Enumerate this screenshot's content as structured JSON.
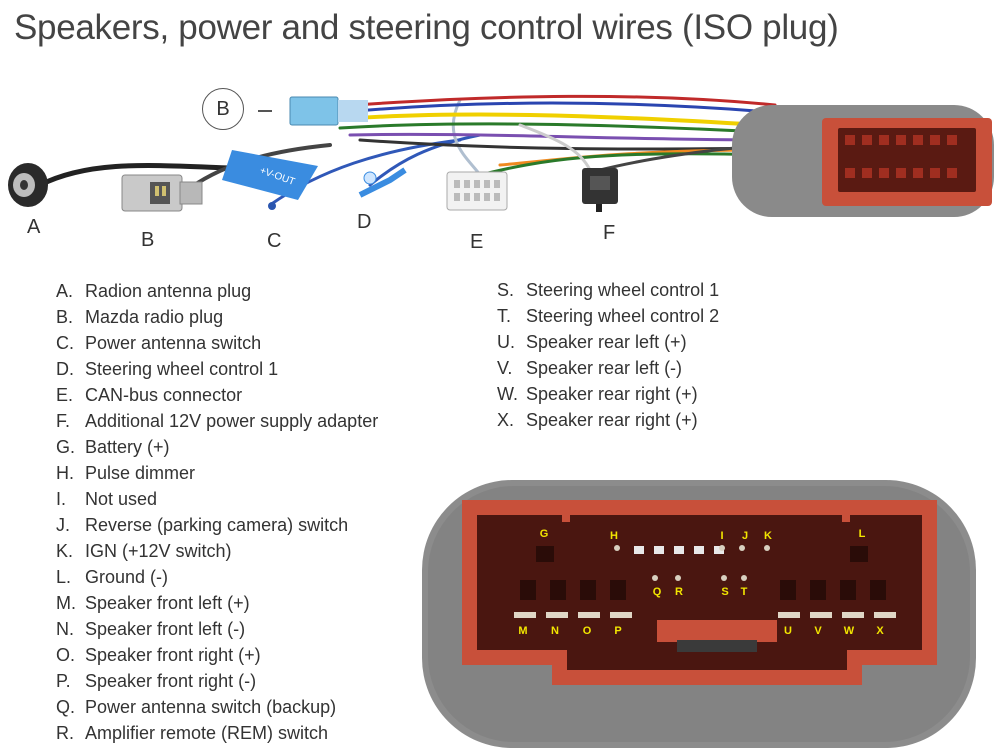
{
  "title": "Speakers, power and steering control wires (ISO plug)",
  "callout": "B",
  "wire_tag_text": "+V-OUT",
  "part_letters": [
    "A",
    "B",
    "C",
    "D",
    "E",
    "F"
  ],
  "legend_left": [
    {
      "key": "A.",
      "text": "Radion antenna plug"
    },
    {
      "key": "B.",
      "text": "Mazda radio plug"
    },
    {
      "key": "C.",
      "text": "Power antenna switch"
    },
    {
      "key": "D.",
      "text": "Steering wheel control 1"
    },
    {
      "key": "E.",
      "text": "CAN-bus connector"
    },
    {
      "key": "F.",
      "text": "Additional 12V power supply adapter"
    },
    {
      "key": "G.",
      "text": "Battery (+)"
    },
    {
      "key": "H.",
      "text": "Pulse dimmer"
    },
    {
      "key": "I.",
      "text": "Not used"
    },
    {
      "key": "J.",
      "text": "Reverse (parking camera) switch"
    },
    {
      "key": "K.",
      "text": "IGN (+12V switch)"
    },
    {
      "key": "L.",
      "text": "Ground (-)"
    },
    {
      "key": "M.",
      "text": "Speaker front left (+)"
    },
    {
      "key": "N.",
      "text": "Speaker front left (-)"
    },
    {
      "key": "O.",
      "text": "Speaker front right (+)"
    },
    {
      "key": "P.",
      "text": "Speaker front right (-)"
    },
    {
      "key": "Q.",
      "text": "Power antenna switch (backup)"
    },
    {
      "key": "R.",
      "text": "Amplifier remote (REM) switch"
    }
  ],
  "legend_right": [
    {
      "key": "S.",
      "text": "Steering wheel control 1"
    },
    {
      "key": "T.",
      "text": "Steering wheel control 2"
    },
    {
      "key": "U.",
      "text": "Speaker rear left (+)"
    },
    {
      "key": "V.",
      "text": "Speaker rear left (-)"
    },
    {
      "key": "W.",
      "text": "Speaker rear right (+)"
    },
    {
      "key": "X.",
      "text": "Speaker rear right (+)"
    }
  ],
  "pin_labels": [
    "G",
    "H",
    "I",
    "J",
    "K",
    "L",
    "Q",
    "R",
    "S",
    "T",
    "M",
    "N",
    "O",
    "P",
    "U",
    "V",
    "W",
    "X"
  ],
  "colors": {
    "connector_red": "#c8503a",
    "foam_gray": "#8a8a8a",
    "pin_label_yellow": "#f2e600",
    "text": "#333333"
  }
}
